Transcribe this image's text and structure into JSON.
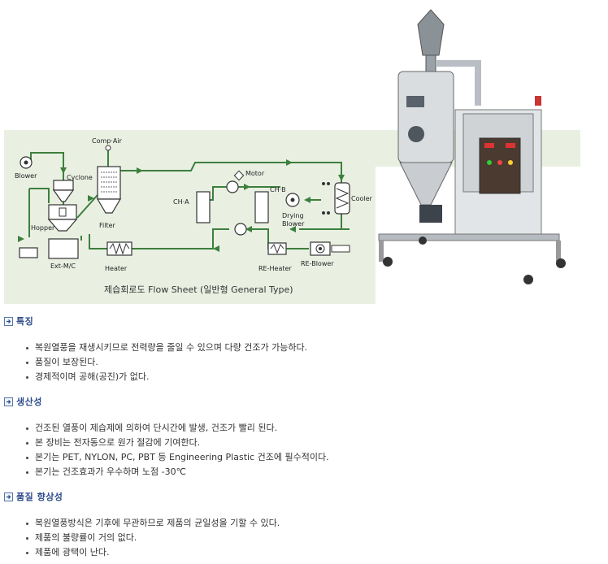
{
  "diagram": {
    "labels": {
      "comp_air": "Comp·Air",
      "blower": "Blower",
      "cyclone": "Cyclone",
      "hopper": "Hopper",
      "ext_mc": "Ext-M/C",
      "filter": "Filter",
      "heater": "Heater",
      "motor": "Motor",
      "ch_a": "CH·A",
      "ch_b": "CH·B",
      "drying_blower_1": "Drying",
      "drying_blower_2": "Blower",
      "cooler": "Cooler",
      "re_heater": "RE-Heater",
      "re_blower": "RE-Blower"
    },
    "caption": "제습회로도 Flow Sheet (일반형 General Type)",
    "accent_color": "#3d7f3d",
    "panel_color": "#e9f0e2"
  },
  "sections": [
    {
      "title": "특징",
      "items": [
        "복원열풍을 재생시키므로 전력량을 줄일 수 있으며 다량 건조가 가능하다.",
        "품질이 보장된다.",
        "경제적이며 공해(공진)가 없다."
      ]
    },
    {
      "title": "생산성",
      "items": [
        "건조된 열풍이 제습제에 의하여 단시간에 발생, 건조가 빨리 된다.",
        "본 장비는 전자동으로 원가 절감에 기여한다.",
        "본기는 PET, NYLON, PC, PBT 등 Engineering Plastic 건조에 필수적이다.",
        "본기는 건조효과가 우수하며 노점 -30℃"
      ]
    },
    {
      "title": "품질 향상성",
      "items": [
        "복원열풍방식은 기후에 무관하므로 제품의 균일성을 기할 수 있다.",
        "제품의 불량률이 거의 없다.",
        "제품에 광택이 난다."
      ]
    }
  ]
}
